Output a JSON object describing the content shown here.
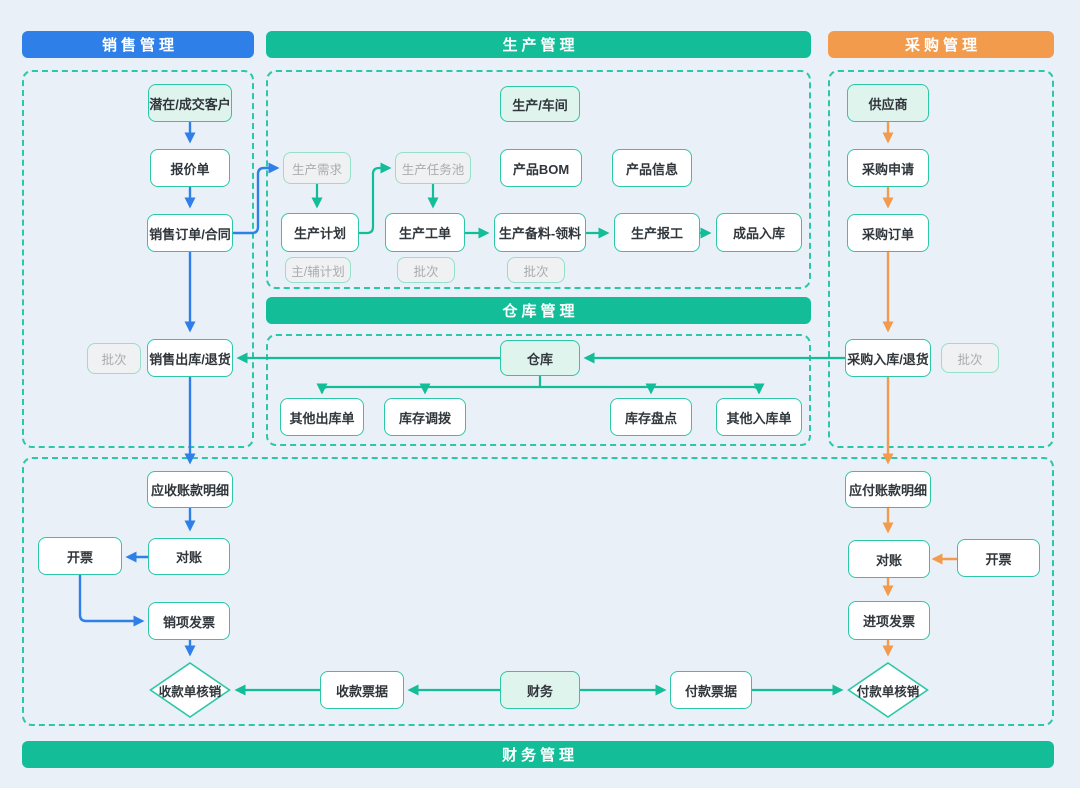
{
  "title_bars": {
    "sales": "销售管理",
    "production": "生产管理",
    "purchase": "采购管理",
    "warehouse": "仓库管理",
    "finance": "财务管理"
  },
  "nodes": {
    "customer": "潜在/成交客户",
    "quotation": "报价单",
    "sales_order": "销售订单/合同",
    "sales_batch": "批次",
    "sales_outbound": "销售出库/退货",
    "receivable_detail": "应收账款明细",
    "sales_reconcile": "对账",
    "sales_invoicing": "开票",
    "output_invoice": "销项发票",
    "receipt_verification": "收款单核销",
    "workshop": "生产/车间",
    "prod_demand": "生产需求",
    "prod_task_pool": "生产任务池",
    "product_bom": "产品BOM",
    "product_info": "产品信息",
    "prod_plan": "生产计划",
    "main_aux_plan": "主/辅计划",
    "prod_work_order": "生产工单",
    "work_order_batch": "批次",
    "prod_material": "生产备料-领料",
    "material_batch": "批次",
    "prod_report": "生产报工",
    "finished_inbound": "成品入库",
    "warehouse": "仓库",
    "other_outbound": "其他出库单",
    "stock_transfer": "库存调拨",
    "stock_check": "库存盘点",
    "other_inbound": "其他入库单",
    "supplier": "供应商",
    "purchase_request": "采购申请",
    "purchase_order": "采购订单",
    "purchase_inbound": "采购入库/退货",
    "purchase_batch": "批次",
    "payable_detail": "应付账款明细",
    "purchase_reconcile": "对账",
    "purchase_invoicing": "开票",
    "input_invoice": "进项发票",
    "payment_verification": "付款单核销",
    "receipt_note": "收款票据",
    "finance_hub": "财务",
    "payment_note": "付款票据"
  },
  "edges": [
    {
      "from": "customer",
      "to": "quotation",
      "color": "blue"
    },
    {
      "from": "quotation",
      "to": "sales_order",
      "color": "blue"
    },
    {
      "from": "sales_order",
      "to": "sales_outbound",
      "color": "blue"
    },
    {
      "from": "sales_order",
      "to": "prod_demand",
      "color": "blue"
    },
    {
      "from": "sales_outbound",
      "to": "receivable_detail",
      "color": "blue"
    },
    {
      "from": "receivable_detail",
      "to": "sales_reconcile",
      "color": "blue"
    },
    {
      "from": "sales_reconcile",
      "to": "sales_invoicing",
      "color": "blue"
    },
    {
      "from": "sales_invoicing",
      "to": "output_invoice",
      "color": "blue"
    },
    {
      "from": "output_invoice",
      "to": "receipt_verification",
      "color": "blue"
    },
    {
      "from": "prod_demand",
      "to": "prod_plan",
      "color": "green"
    },
    {
      "from": "prod_plan",
      "to": "prod_task_pool",
      "color": "green"
    },
    {
      "from": "prod_task_pool",
      "to": "prod_work_order",
      "color": "green"
    },
    {
      "from": "prod_work_order",
      "to": "prod_material",
      "color": "green"
    },
    {
      "from": "prod_material",
      "to": "prod_report",
      "color": "green"
    },
    {
      "from": "prod_report",
      "to": "finished_inbound",
      "color": "green"
    },
    {
      "from": "purchase_inbound",
      "to": "warehouse",
      "color": "green"
    },
    {
      "from": "warehouse",
      "to": "sales_outbound",
      "color": "green"
    },
    {
      "from": "warehouse",
      "to": "other_outbound",
      "color": "green"
    },
    {
      "from": "warehouse",
      "to": "stock_transfer",
      "color": "green"
    },
    {
      "from": "warehouse",
      "to": "stock_check",
      "color": "green"
    },
    {
      "from": "warehouse",
      "to": "other_inbound",
      "color": "green"
    },
    {
      "from": "supplier",
      "to": "purchase_request",
      "color": "orange"
    },
    {
      "from": "purchase_request",
      "to": "purchase_order",
      "color": "orange"
    },
    {
      "from": "purchase_order",
      "to": "purchase_inbound",
      "color": "orange"
    },
    {
      "from": "purchase_inbound",
      "to": "payable_detail",
      "color": "orange"
    },
    {
      "from": "payable_detail",
      "to": "purchase_reconcile",
      "color": "orange"
    },
    {
      "from": "purchase_invoicing",
      "to": "purchase_reconcile",
      "color": "orange"
    },
    {
      "from": "purchase_reconcile",
      "to": "input_invoice",
      "color": "orange"
    },
    {
      "from": "input_invoice",
      "to": "payment_verification",
      "color": "orange"
    },
    {
      "from": "finance_hub",
      "to": "receipt_note",
      "color": "green"
    },
    {
      "from": "receipt_note",
      "to": "receipt_verification",
      "color": "green"
    },
    {
      "from": "finance_hub",
      "to": "payment_note",
      "color": "green"
    },
    {
      "from": "payment_note",
      "to": "payment_verification",
      "color": "green"
    }
  ],
  "colors": {
    "blue": "#2E7FE8",
    "green": "#12BD97",
    "orange": "#F29B4D",
    "teal": "#2CC7A6",
    "background": "#E9F0F8",
    "node_highlight": "#E0F4EE",
    "ghost_fill": "#EFF1F2",
    "ghost_text": "#A9ACAF"
  }
}
